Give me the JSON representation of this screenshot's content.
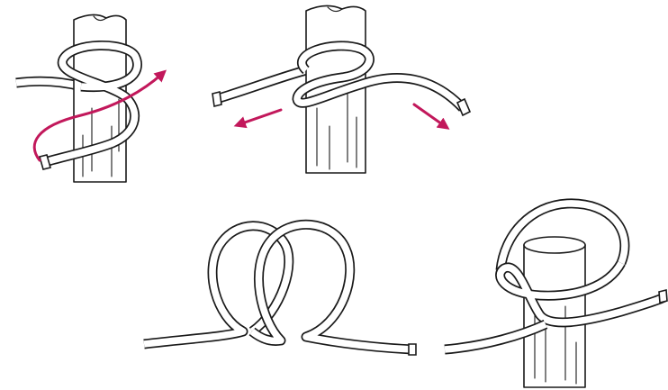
{
  "colors": {
    "outline": "#1a1a1a",
    "rope_fill": "#ffffff",
    "arrow": "#c2185b"
  },
  "steps": [
    {
      "name": "step-1",
      "post": true,
      "arrows": 1
    },
    {
      "name": "step-2",
      "post": true,
      "arrows": 2
    },
    {
      "name": "step-3",
      "post": false,
      "arrows": 0
    },
    {
      "name": "step-4",
      "post": true,
      "arrows": 0
    }
  ]
}
